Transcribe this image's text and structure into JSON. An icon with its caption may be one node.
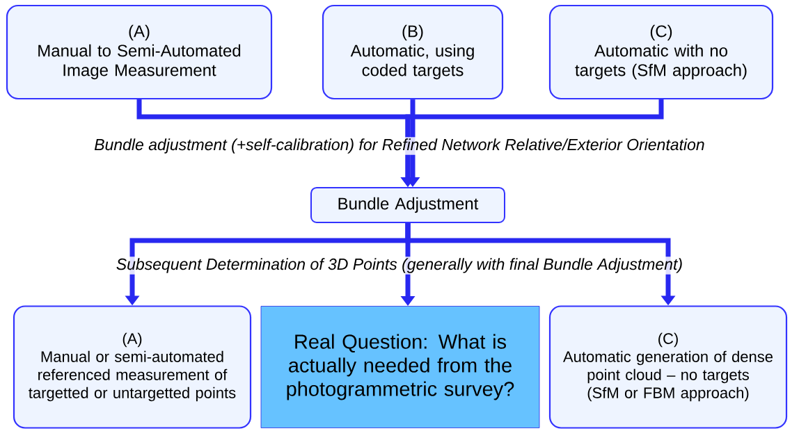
{
  "diagram": {
    "nodes": [
      {
        "text": [
          "(A)",
          "Manual to Semi-Automated Image Measurement"
        ]
      },
      {
        "text": [
          "(B)",
          "Automatic, using coded targets"
        ]
      },
      {
        "text": [
          "(C)",
          "Automatic with no targets (SfM approach)"
        ]
      },
      {
        "text": [
          "Bundle Adjustment"
        ]
      },
      {
        "text": [
          "(A)",
          "Manual or semi-automated referenced measurement of targetted or untargetted points"
        ]
      },
      {
        "text": [
          "Real Question: What is actually needed from the photogrammetric survey?"
        ]
      },
      {
        "text": [
          "(C)",
          "Automatic generation of dense point cloud – no targets (SfM or FBM approach)"
        ]
      }
    ],
    "edges": [
      {
        "from": 0,
        "to": 3,
        "arrow": "to"
      },
      {
        "from": 1,
        "to": 3,
        "arrow": "to"
      },
      {
        "from": 2,
        "to": 3,
        "arrow": "to"
      },
      {
        "from": 3,
        "to": 4,
        "arrow": "to"
      },
      {
        "from": 3,
        "to": 5,
        "arrow": "to"
      },
      {
        "from": 3,
        "to": 6,
        "arrow": "to"
      }
    ],
    "labels": [
      "Bundle adjustment (+self-calibration) for Refined Network Relative/Exterior Orientation",
      "Subsequent Determination of 3D Points (generally with final Bundle Adjustment)"
    ]
  }
}
